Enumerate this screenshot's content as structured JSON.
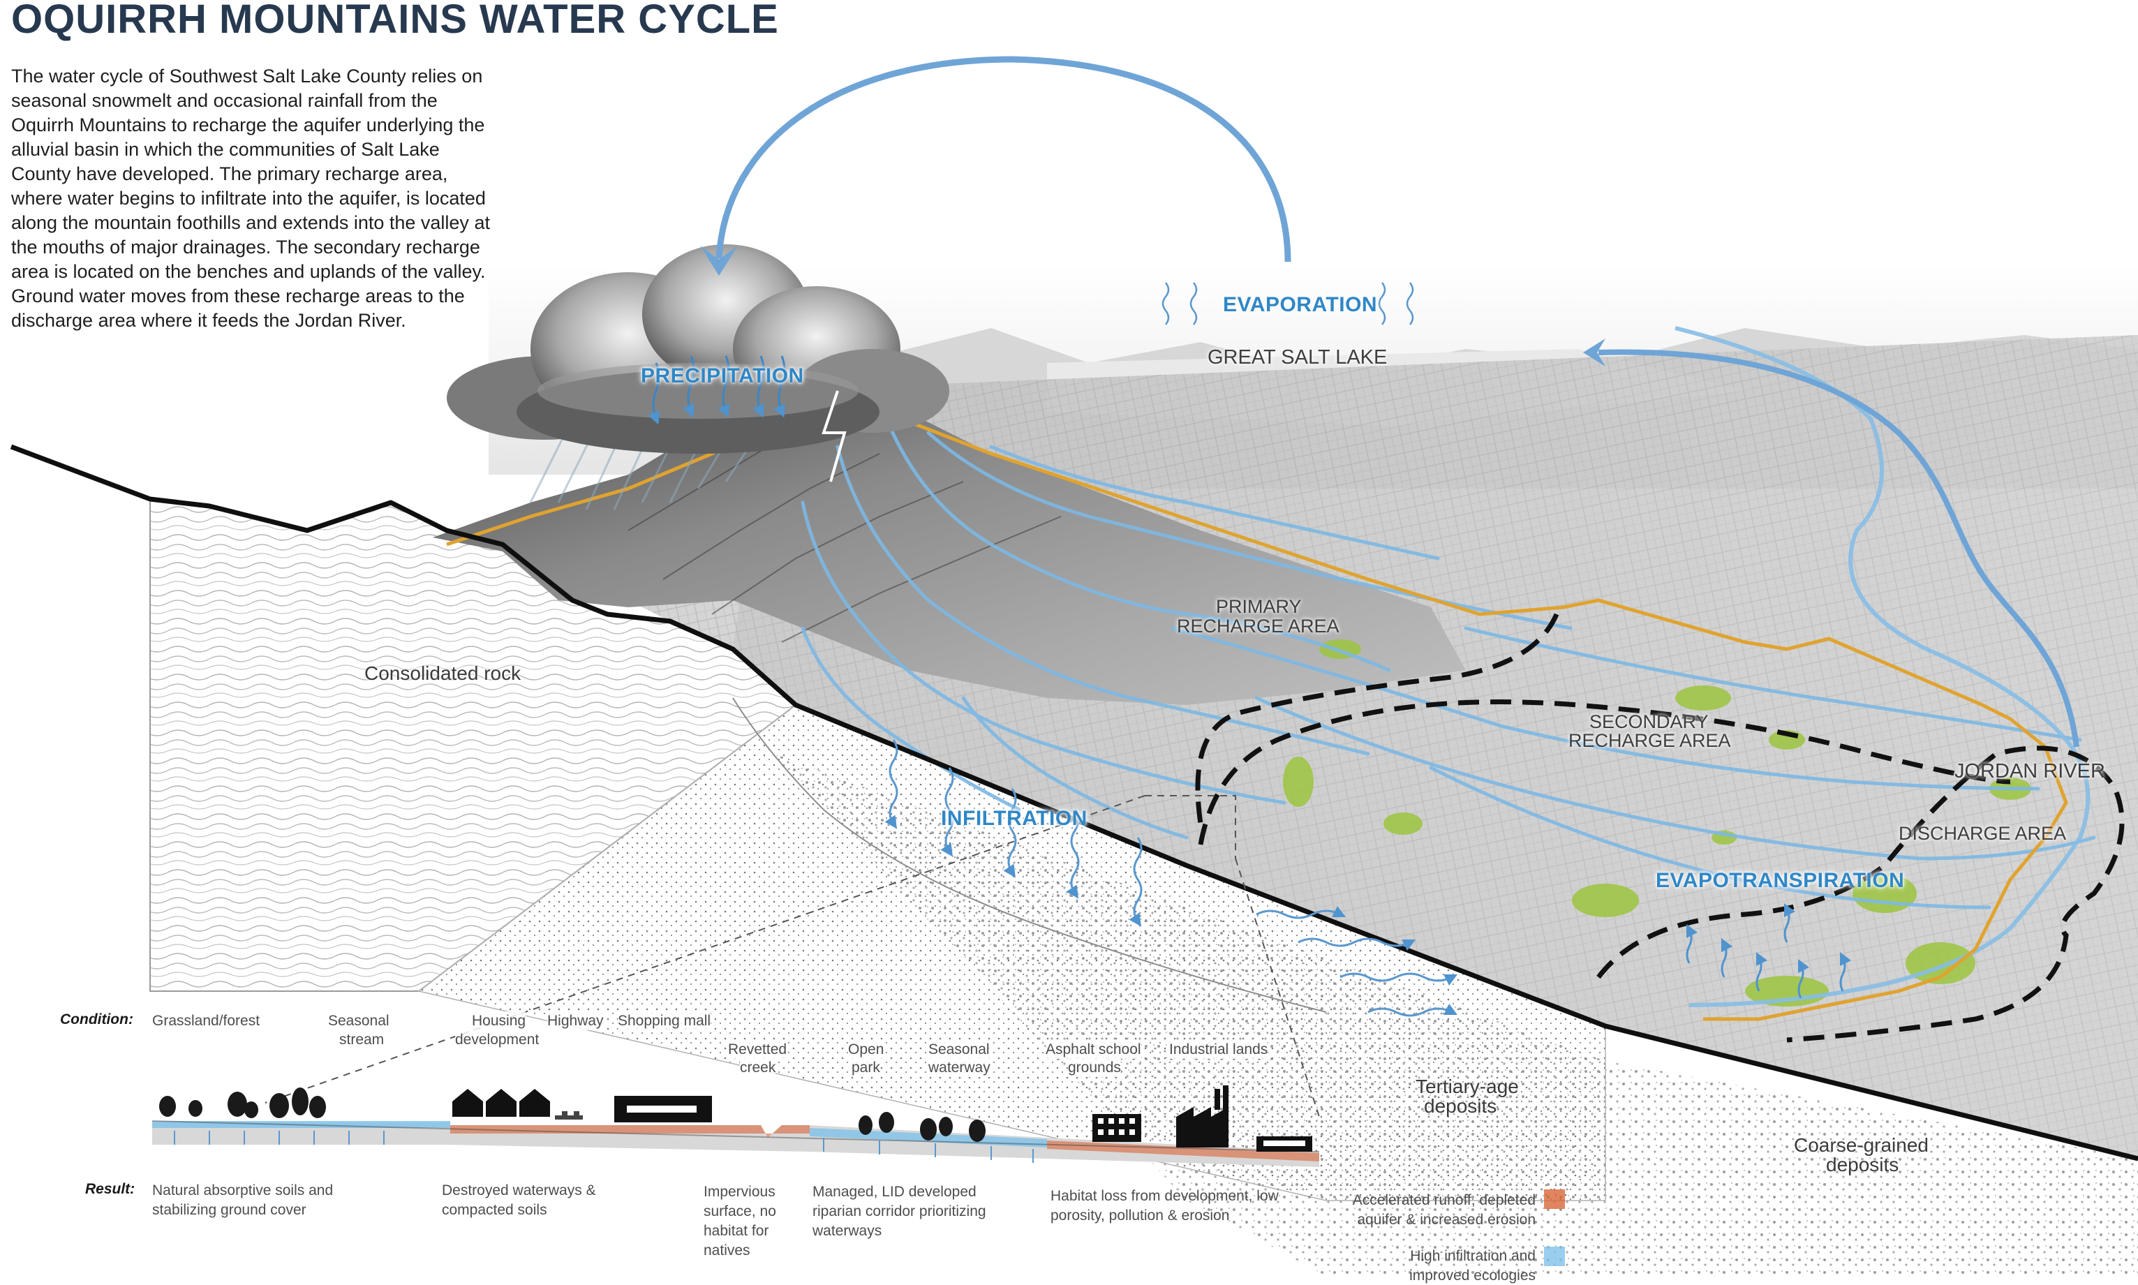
{
  "title": "OQUIRRH MOUNTAINS WATER CYCLE",
  "intro": "The water cycle of Southwest Salt Lake County relies on seasonal snowmelt and occasional rainfall from the Oquirrh Mountains to recharge the aquifer underlying the alluvial basin in which the communities of Salt Lake County have developed. The primary recharge area, where water begins to infiltrate into the aquifer, is located along the mountain foothills and extends into the valley at the mouths of major drainages. The secondary recharge area is located on the benches and uplands of the valley. Ground water moves from these recharge areas to the discharge area where it feeds the Jordan River.",
  "processes": {
    "precipitation": "PRECIPITATION",
    "evaporation": "EVAPORATION",
    "infiltration": "INFILTRATION",
    "evapotranspiration": "EVAPOTRANSPIRATION"
  },
  "areas": {
    "great_salt_lake": "GREAT SALT LAKE",
    "primary_recharge_l1": "PRIMARY",
    "primary_recharge_l2": "RECHARGE AREA",
    "secondary_recharge_l1": "SECONDARY",
    "secondary_recharge_l2": "RECHARGE AREA",
    "jordan_river": "JORDAN RIVER",
    "discharge_area": "DISCHARGE AREA"
  },
  "geology": {
    "consolidated_rock": "Consolidated rock",
    "tertiary_l1": "Tertiary-age",
    "tertiary_l2": "deposits",
    "coarse_l1": "Coarse-grained",
    "coarse_l2": "deposits"
  },
  "section": {
    "condition_heading": "Condition:",
    "result_heading": "Result:",
    "conditions": {
      "grassland": "Grassland/forest",
      "seasonal_stream_l1": "Seasonal",
      "seasonal_stream_l2": "stream",
      "housing_l1": "Housing",
      "housing_l2": "development",
      "highway": "Highway",
      "shopping_mall": "Shopping mall",
      "revetted_l1": "Revetted",
      "revetted_l2": "creek",
      "open_park_l1": "Open",
      "open_park_l2": "park",
      "seasonal_waterway_l1": "Seasonal",
      "seasonal_waterway_l2": "waterway",
      "asphalt_l1": "Asphalt school",
      "asphalt_l2": "grounds",
      "industrial": "Industrial lands"
    },
    "results": {
      "natural_l1": "Natural absorptive soils and",
      "natural_l2": "stabilizing ground cover",
      "destroyed_l1": "Destroyed waterways &",
      "destroyed_l2": "compacted soils",
      "impervious_l1": "Impervious",
      "impervious_l2": "surface, no",
      "impervious_l3": "habitat for",
      "impervious_l4": "natives",
      "managed_l1": "Managed, LID developed",
      "managed_l2": "riparian corridor prioritizing",
      "managed_l3": "waterways",
      "habitat_loss_l1": "Habitat loss from development, low",
      "habitat_loss_l2": "porosity, pollution & erosion"
    }
  },
  "legend": {
    "runoff_l1": "Accelerated runoff, depleted",
    "runoff_l2": "aquifer & increased erosion",
    "runoff_color": "#d9663a",
    "infiltration_l1": "High infiltration and",
    "infiltration_l2": "improved ecologies",
    "infiltration_color": "#7fc2ea"
  },
  "colors": {
    "water_arrow": "#6fa4d6",
    "stream": "#7db8e4",
    "boundary": "#e0a32f",
    "green_space": "#9cc43f",
    "title": "#27394f",
    "process_label": "#2f87c6"
  },
  "icons": [
    "cloud-icon",
    "lightning-icon",
    "wave-arrow-icon",
    "house-icon",
    "factory-icon",
    "tree-icon",
    "school-icon"
  ]
}
